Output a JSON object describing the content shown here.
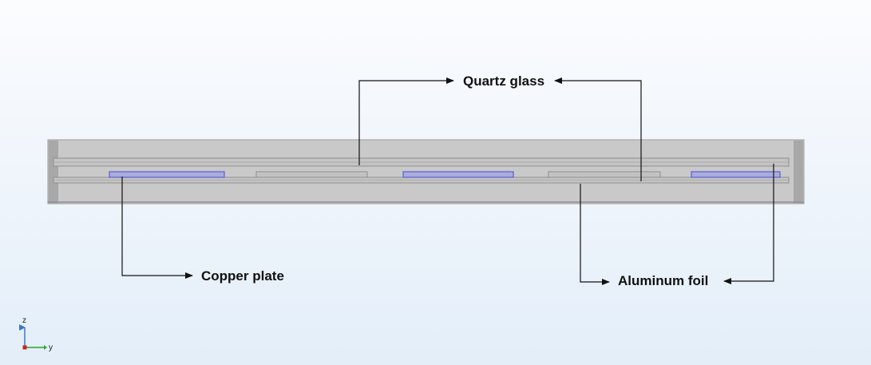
{
  "labels": {
    "quartz_glass": "Quartz glass",
    "copper_plate": "Copper plate",
    "aluminum_foil": "Aluminum foil"
  },
  "axes": {
    "z": "z",
    "y": "y"
  },
  "colors": {
    "housing": "#c8c8c8",
    "housing_end": "#a9a9a9",
    "copper": "#a9acdc",
    "copper_edge": "#5a5fd0",
    "foil": "#bdbdbd",
    "z_axis": "#3a78c8",
    "y_axis": "#2aa52a",
    "x_axis": "#d02020"
  }
}
